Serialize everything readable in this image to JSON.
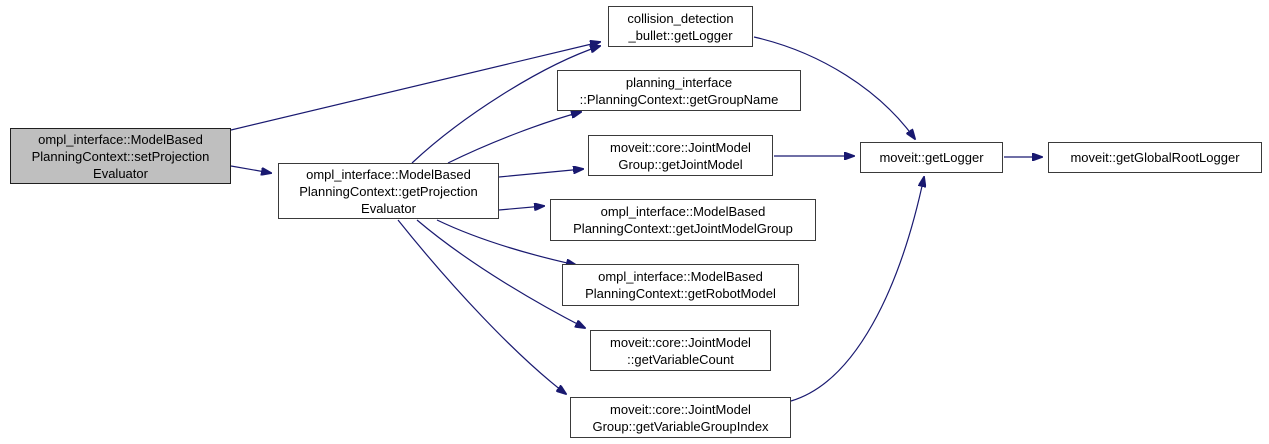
{
  "diagram": {
    "kind": "doxygen-call-graph",
    "edge_color": "#191970",
    "node_fill": "#ffffff",
    "node_border": "#3a3a3a",
    "highlight_fill": "#bfbfbf"
  },
  "nodes": {
    "set_projection_evaluator": {
      "lines": [
        "ompl_interface::ModelBased",
        "PlanningContext::setProjection",
        "Evaluator"
      ],
      "highlighted": true
    },
    "get_projection_evaluator": {
      "lines": [
        "ompl_interface::ModelBased",
        "PlanningContext::getProjection",
        "Evaluator"
      ]
    },
    "collision_get_logger": {
      "lines": [
        "collision_detection",
        "_bullet::getLogger"
      ]
    },
    "get_group_name": {
      "lines": [
        "planning_interface",
        "::PlanningContext::getGroupName"
      ]
    },
    "get_joint_model": {
      "lines": [
        "moveit::core::JointModel",
        "Group::getJointModel"
      ]
    },
    "get_joint_model_group": {
      "lines": [
        "ompl_interface::ModelBased",
        "PlanningContext::getJointModelGroup"
      ]
    },
    "get_robot_model": {
      "lines": [
        "ompl_interface::ModelBased",
        "PlanningContext::getRobotModel"
      ]
    },
    "get_variable_count": {
      "lines": [
        "moveit::core::JointModel",
        "::getVariableCount"
      ]
    },
    "get_variable_group_index": {
      "lines": [
        "moveit::core::JointModel",
        "Group::getVariableGroupIndex"
      ]
    },
    "moveit_get_logger": {
      "lines": [
        "moveit::getLogger"
      ]
    },
    "get_global_root_logger": {
      "lines": [
        "moveit::getGlobalRootLogger"
      ]
    }
  }
}
